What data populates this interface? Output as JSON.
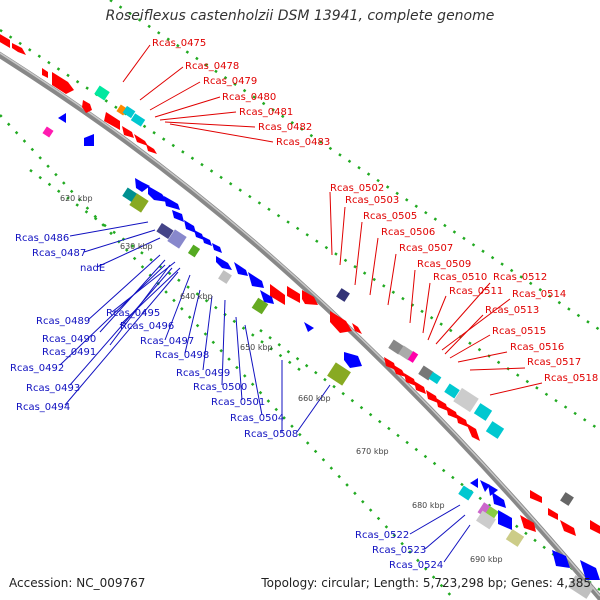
{
  "title": "Roseiflexus castenholzii DSM 13941, complete genome",
  "footer": {
    "accession_label": "Accession:",
    "accession": "NC_009767",
    "topology_label": "Topology:",
    "topology": "circular",
    "length_label": "Length:",
    "length": "5,723,298 bp",
    "genes_label": "Genes:",
    "genes": "4,385"
  },
  "colors": {
    "forward_strand": "#ff0000",
    "reverse_strand": "#0000ff",
    "backbone": "#888888",
    "forward_label": "#e00000",
    "reverse_label": "#1010c0",
    "tick_dots": "#22aa22"
  },
  "kbp_ticks": [
    "620 kbp",
    "630 kbp",
    "640 kbp",
    "650 kbp",
    "660 kbp",
    "670 kbp",
    "680 kbp",
    "690 kbp"
  ],
  "forward_gene_labels": [
    "Rcas_0475",
    "Rcas_0478",
    "Rcas_0479",
    "Rcas_0480",
    "Rcas_0481",
    "Rcas_0482",
    "Rcas_0483",
    "Rcas_0502",
    "Rcas_0503",
    "Rcas_0505",
    "Rcas_0506",
    "Rcas_0507",
    "Rcas_0509",
    "Rcas_0510",
    "Rcas_0511",
    "Rcas_0512",
    "Rcas_0514",
    "Rcas_0513",
    "Rcas_0515",
    "Rcas_0516",
    "Rcas_0517",
    "Rcas_0518"
  ],
  "reverse_gene_labels": [
    "Rcas_0486",
    "Rcas_0487",
    "nadE",
    "Rcas_0489",
    "Rcas_0495",
    "Rcas_0496",
    "Rcas_0490",
    "Rcas_0491",
    "Rcas_0492",
    "Rcas_0493",
    "Rcas_0494",
    "Rcas_0497",
    "Rcas_0498",
    "Rcas_0499",
    "Rcas_0500",
    "Rcas_0501",
    "Rcas_0504",
    "Rcas_0508",
    "Rcas_0522",
    "Rcas_0523",
    "Rcas_0524"
  ]
}
